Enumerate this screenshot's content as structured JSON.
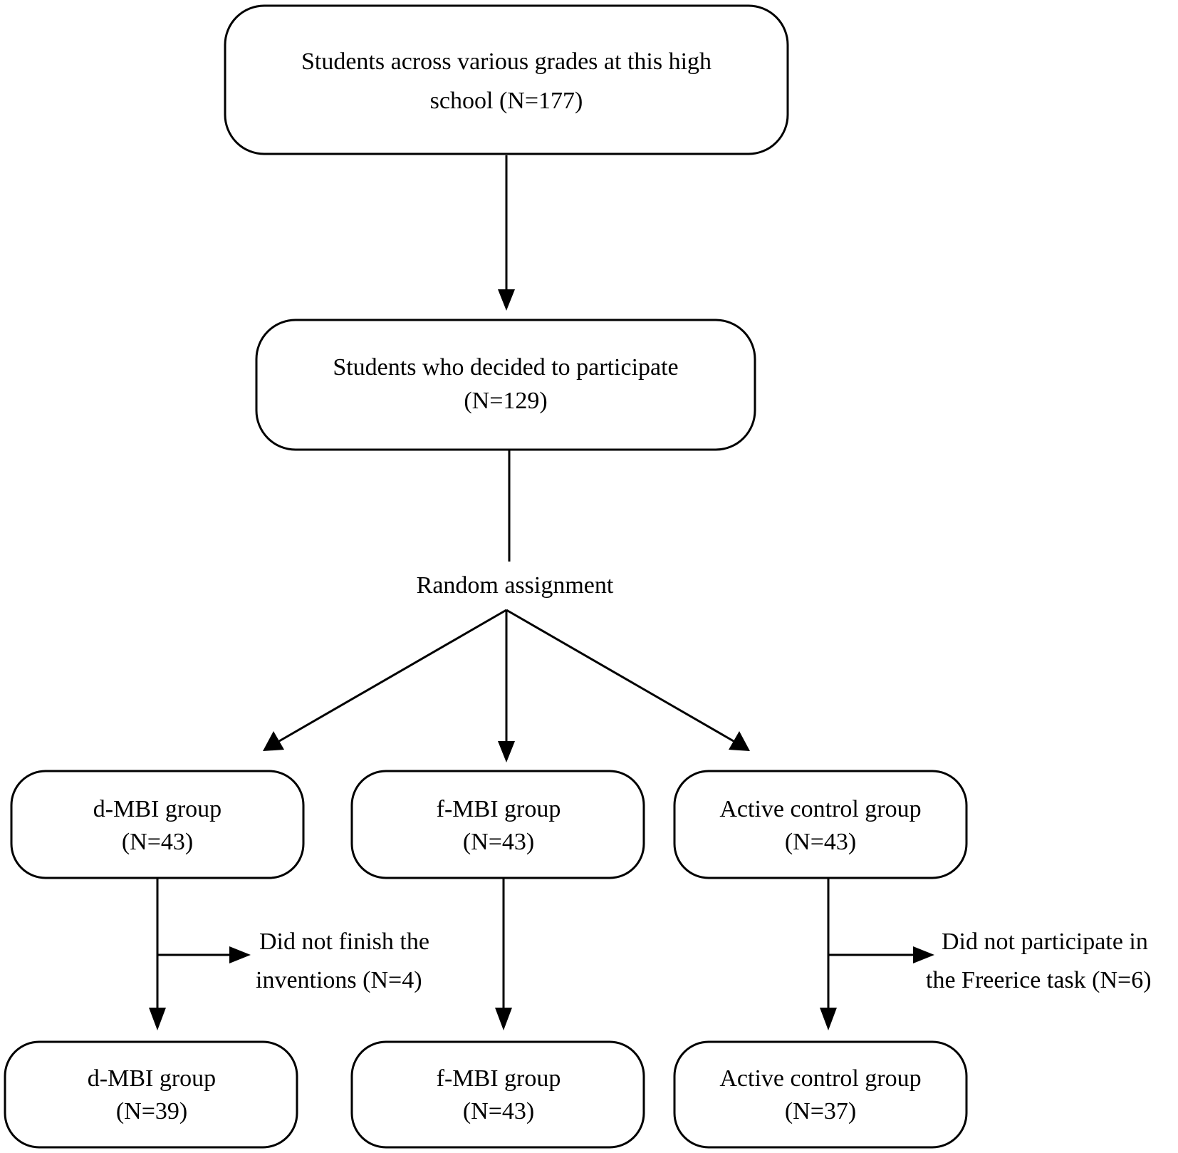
{
  "nodes": {
    "all_students": {
      "line1": "Students across various grades at this high",
      "line2": "school (N=177)"
    },
    "participants": {
      "line1": "Students who decided to participate",
      "line2": "(N=129)"
    },
    "random_assignment": {
      "label": "Random assignment"
    },
    "dmbi_initial": {
      "line1": "d-MBI group",
      "line2": "(N=43)"
    },
    "fmbi_initial": {
      "line1": "f-MBI group",
      "line2": "(N=43)"
    },
    "control_initial": {
      "line1": "Active control group",
      "line2": "(N=43)"
    },
    "dmbi_final": {
      "line1": "d-MBI group",
      "line2": "(N=39)"
    },
    "fmbi_final": {
      "line1": "f-MBI group",
      "line2": "(N=43)"
    },
    "control_final": {
      "line1": "Active control group",
      "line2": "(N=37)"
    }
  },
  "exclusions": {
    "dmbi": {
      "line1": "Did not finish the",
      "line2": "inventions (N=4)"
    },
    "control": {
      "line1": "Did not participate in",
      "line2": "the Freerice task (N=6)"
    }
  }
}
